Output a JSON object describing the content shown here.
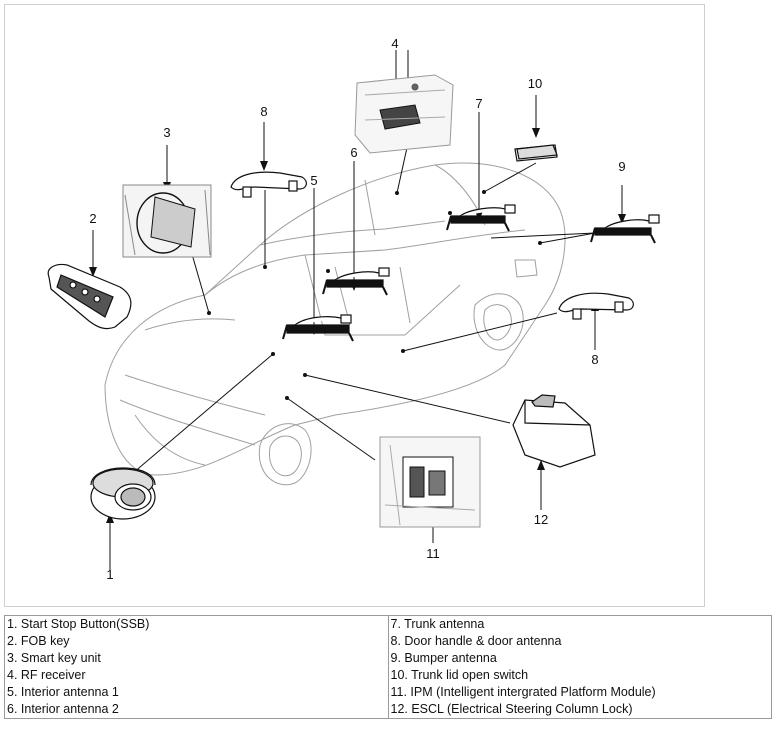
{
  "callouts": [
    "1",
    "2",
    "3",
    "4",
    "5",
    "6",
    "7",
    "8",
    "9",
    "10",
    "11",
    "12"
  ],
  "legend": {
    "left": [
      "1. Start Stop Button(SSB)",
      "2. FOB key",
      "3. Smart key unit",
      "4. RF receiver",
      "5. Interior antenna 1",
      "6. Interior antenna 2"
    ],
    "right": [
      "7. Trunk antenna",
      "8. Door handle & door antenna",
      "9. Bumper antenna",
      "10. Trunk lid open switch",
      "11. IPM (Intelligent intergrated Platform Module)",
      "12. ESCL (Electrical Steering Column Lock)"
    ]
  },
  "colors": {
    "line": "#111111",
    "car_outline": "#9a9a9a",
    "border": "#9a9a9a"
  }
}
